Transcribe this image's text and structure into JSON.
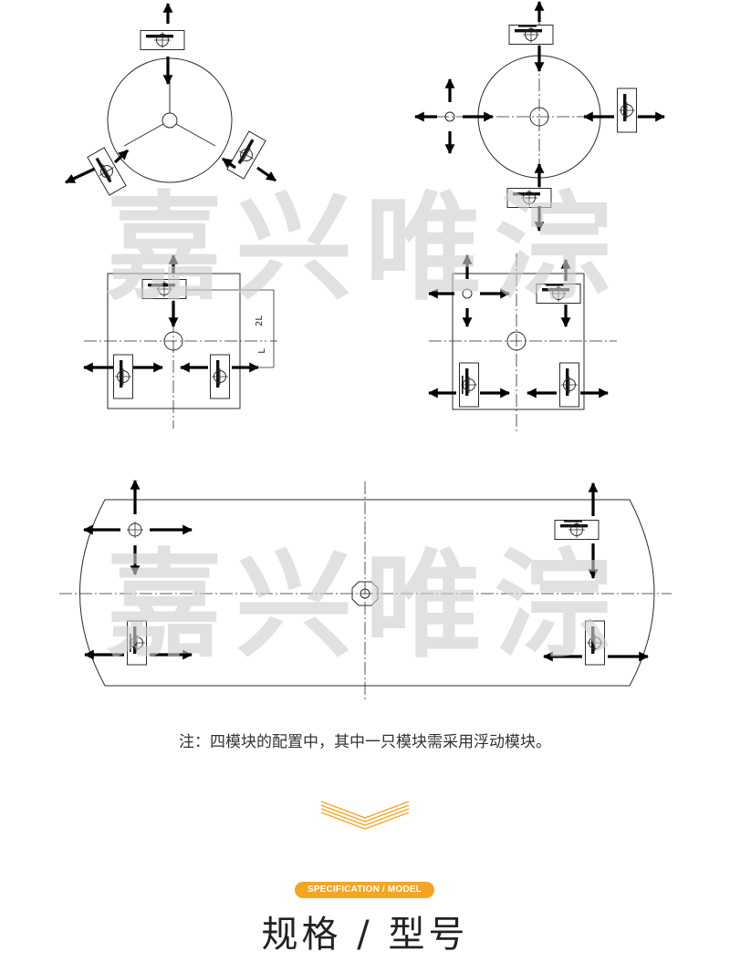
{
  "watermark": "嘉兴唯淙",
  "note": "注：四模块的配置中，其中一只模块需采用浮动模块。",
  "dim_labels": {
    "two_l": "2L",
    "l": "L"
  },
  "section": {
    "badge": "SPECIFICATION / MODEL",
    "title": "规格 / 型号"
  },
  "colors": {
    "line": "#2a2a2a",
    "accent": "#f4a623",
    "watermark": "#cfcfcf"
  },
  "icons": [
    "load-module-icon",
    "force-arrow-icon",
    "chevron-down-icon"
  ]
}
